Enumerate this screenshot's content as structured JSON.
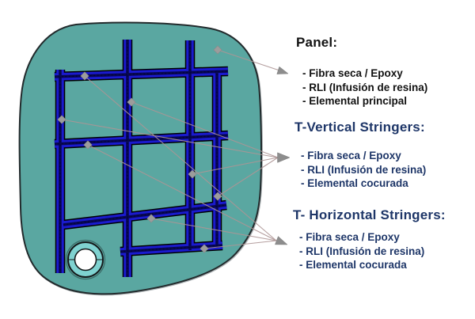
{
  "annotations": [
    {
      "id": "panel",
      "title": "Panel:",
      "items": [
        "- Fibra seca / Epoxy",
        "- RLI (Infusión de resina)",
        "- Elemental principal"
      ]
    },
    {
      "id": "vertical-stringers",
      "title": "T-Vertical Stringers:",
      "items": [
        "- Fibra seca / Epoxy",
        "- RLI (Infusión de resina)",
        "- Elemental cocurada"
      ]
    },
    {
      "id": "horizontal-stringers",
      "title": "T- Horizontal Stringers:",
      "items": [
        "- Fibra seca / Epoxy",
        "- RLI (Infusión de resina)",
        "- Elemental cocurada"
      ]
    }
  ],
  "colors": {
    "background": "#ffffff",
    "panel_teal": "#5aa7a1",
    "panel_outline": "#222a2c",
    "stringer_blue": "#1a1ace",
    "stringer_navy": "#080852",
    "stringer_outline": "#000000",
    "hole_ring": "#7fd2d0",
    "hole_center": "#ffffff",
    "marker_gray": "#9c9c9c",
    "leader_line": "#ad9595",
    "arrow_gray": "#8d8d8d",
    "heading_black": "#121212",
    "heading_navy": "#1e3668"
  },
  "figure": {
    "marker_shape": "diamond",
    "vertical_stringer_count": 4,
    "horizontal_stringer_count": 4
  }
}
